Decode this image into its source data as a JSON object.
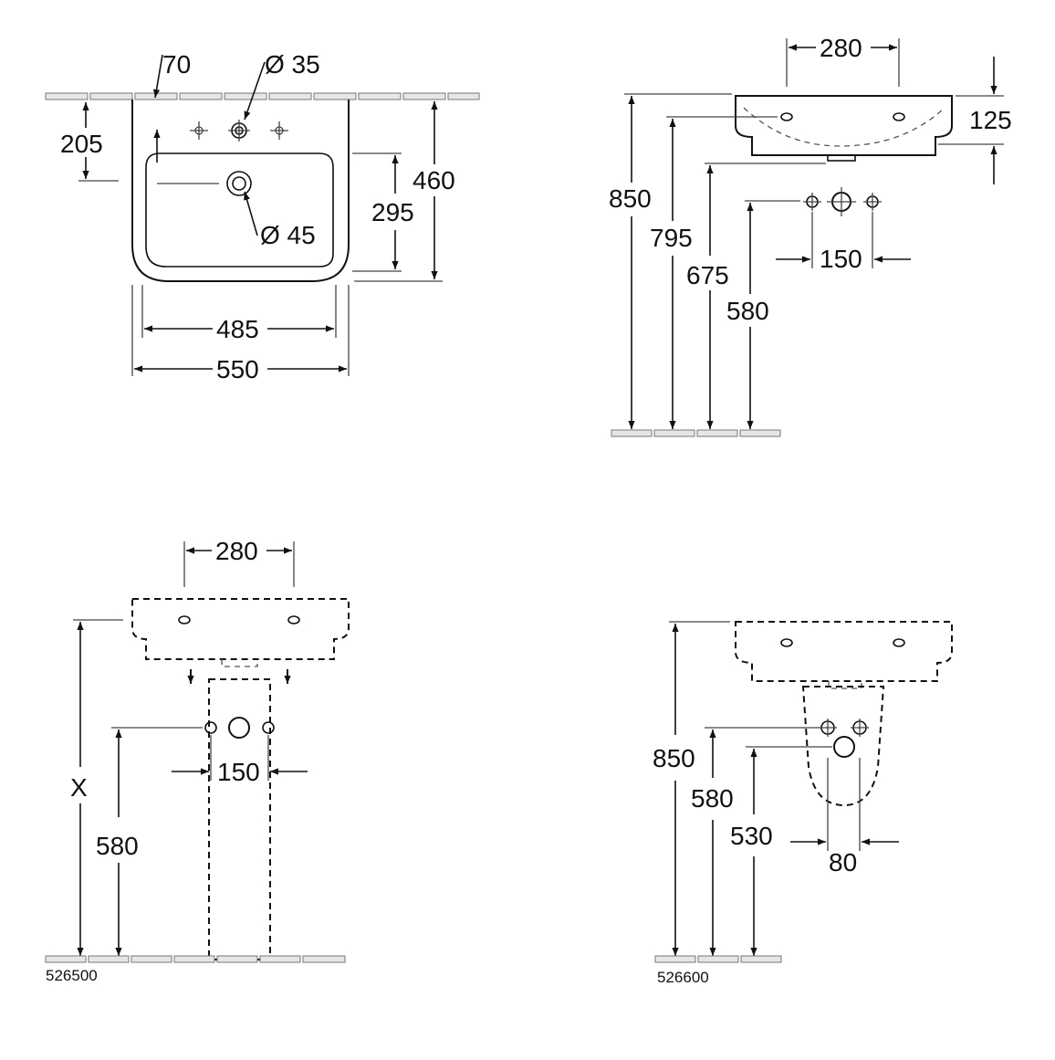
{
  "colors": {
    "line": "#111111",
    "wall": "#e6e6e6",
    "background": "#ffffff"
  },
  "top_view": {
    "tap_offset": "70",
    "tap_hole": "Ø 35",
    "tap_depth": "205",
    "basin_depth": "295",
    "total_depth": "460",
    "waste_hole": "Ø 45",
    "inner_width": "485",
    "outer_width": "550"
  },
  "side_view_wall": {
    "bracket_spacing": "280",
    "rim_height": "850",
    "basin_height": "125",
    "inner_height": "795",
    "waste_height": "675",
    "supply_height": "580",
    "supply_spacing": "150"
  },
  "pedestal_view": {
    "bracket_spacing": "280",
    "height_variable": "X",
    "supply_spacing": "150",
    "supply_height": "580",
    "article_code": "526500"
  },
  "semi_pedestal_view": {
    "rim_height": "850",
    "supply_height": "580",
    "waste_height": "530",
    "spacing": "80",
    "article_code": "526600"
  }
}
